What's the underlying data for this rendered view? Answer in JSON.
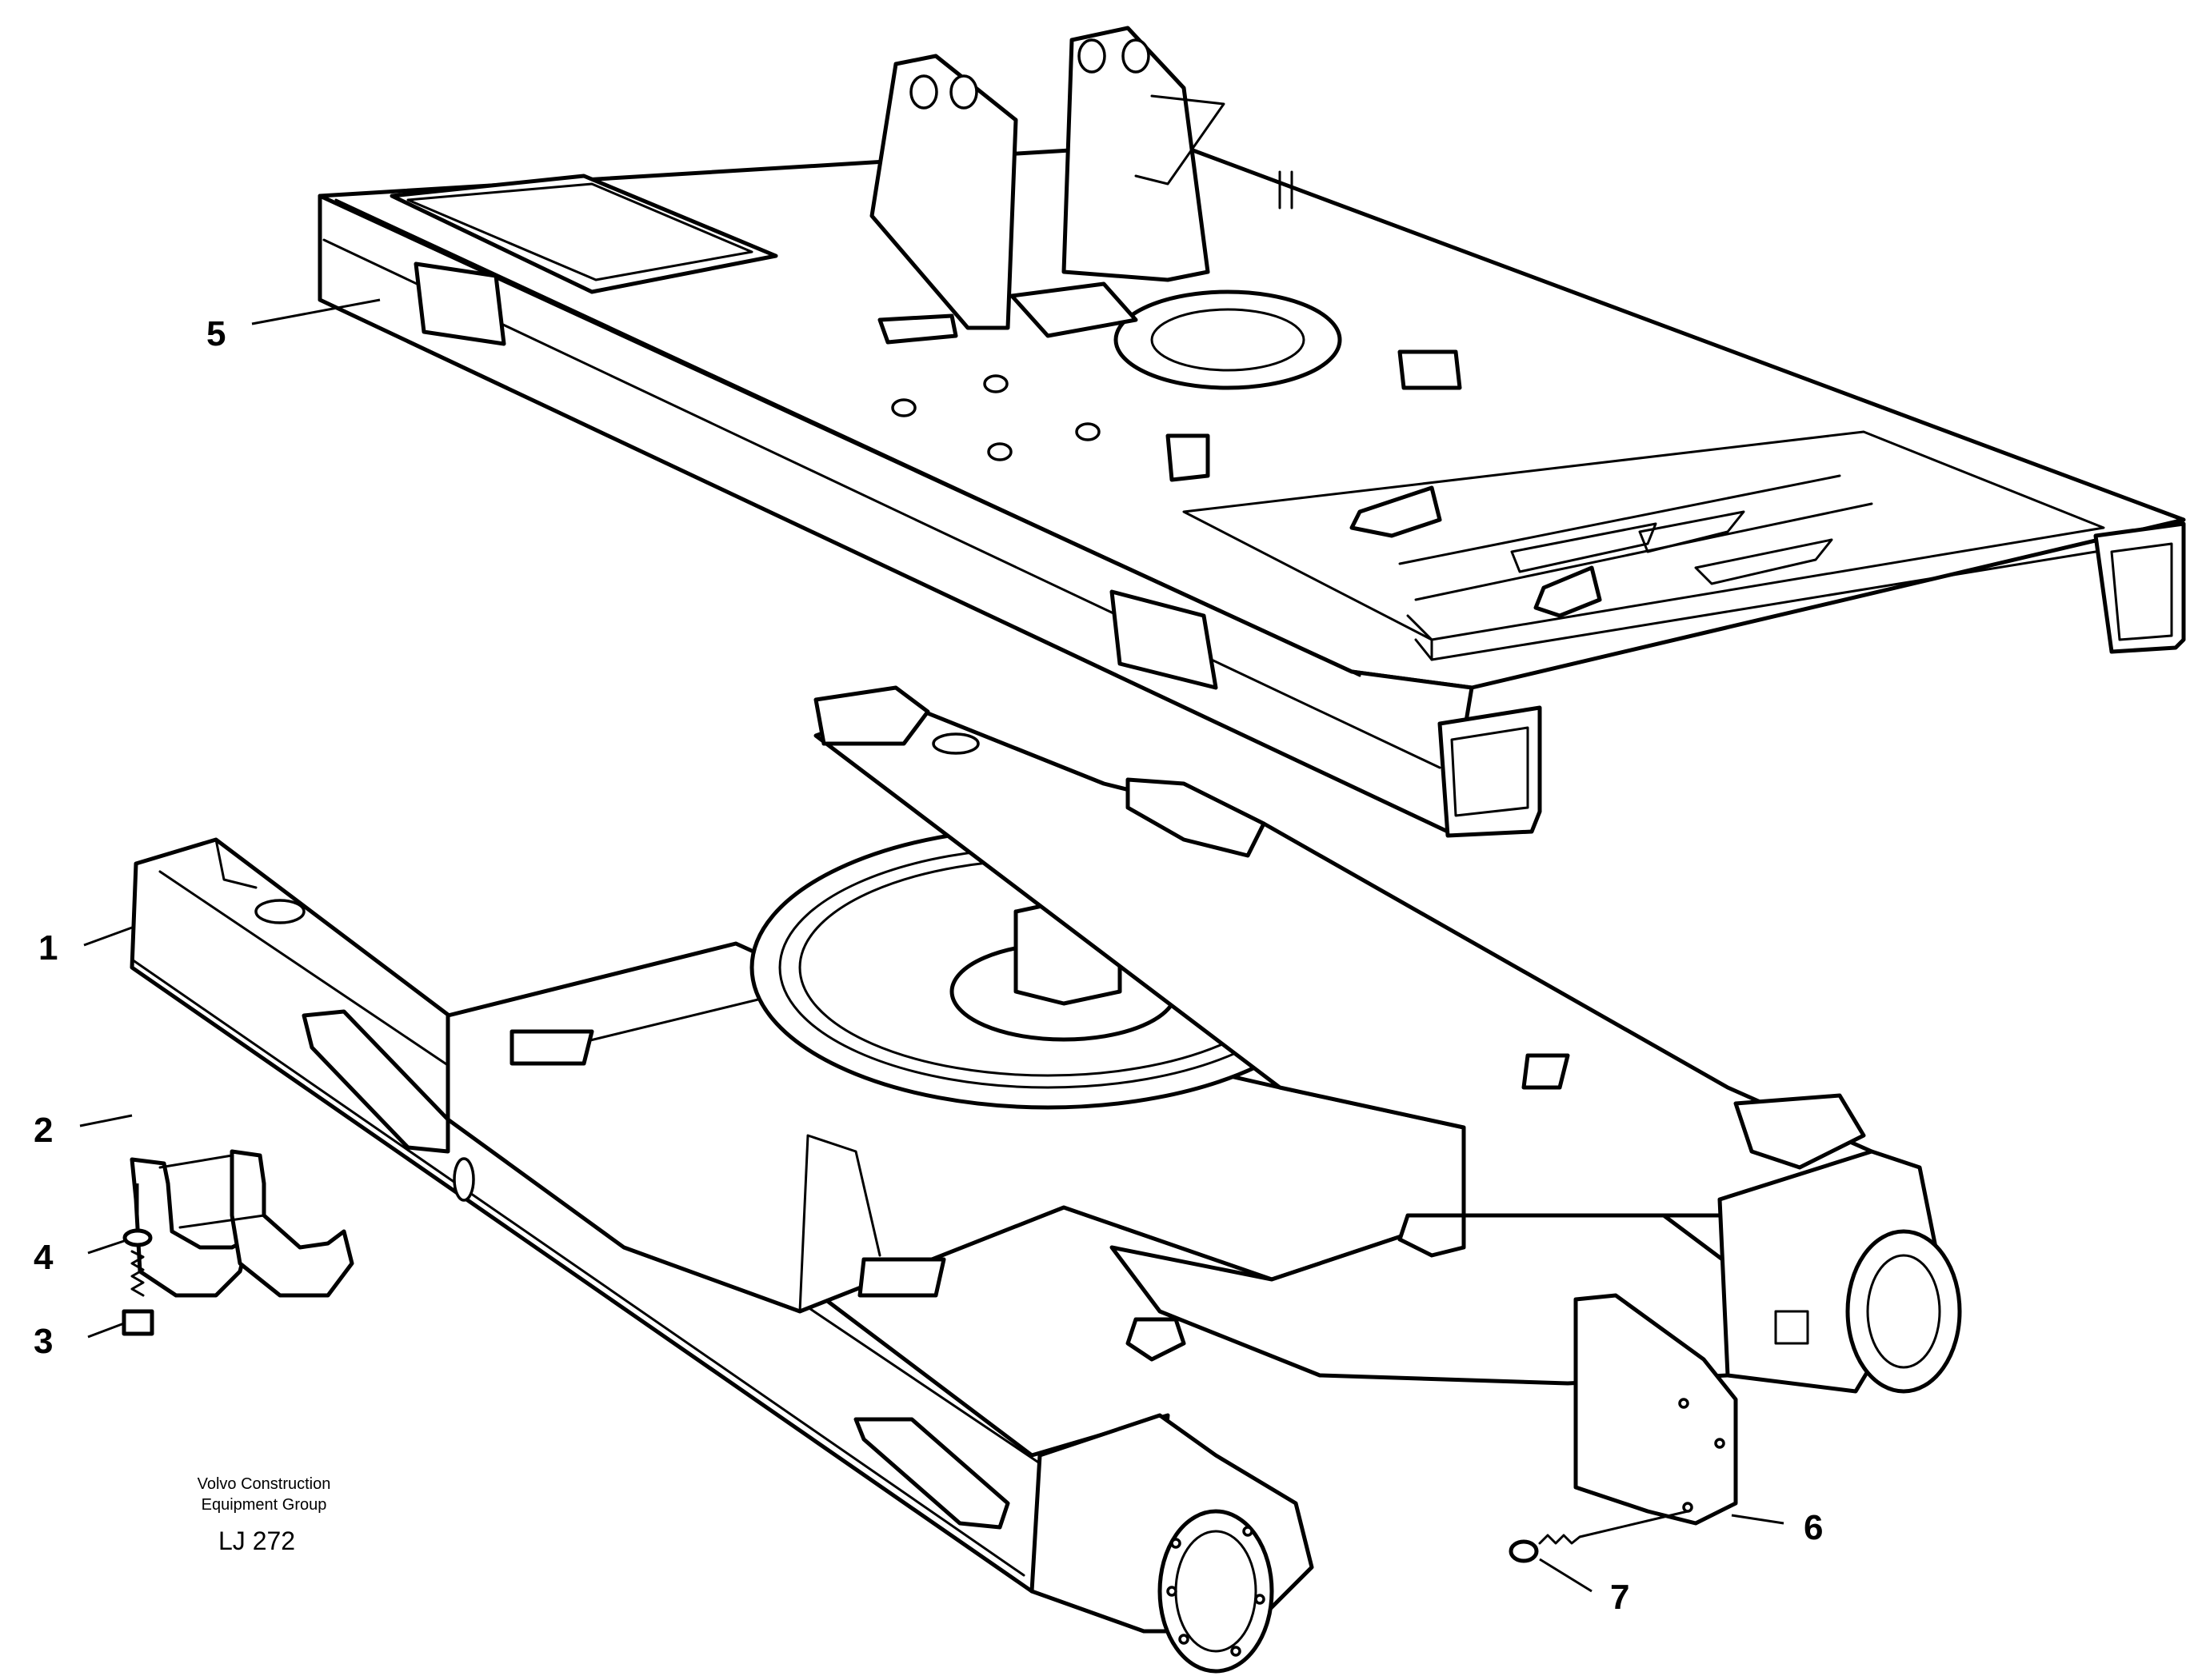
{
  "callouts": {
    "c1": "1",
    "c2": "2",
    "c3": "3",
    "c4": "4",
    "c5": "5",
    "c6": "6",
    "c7": "7"
  },
  "footer": {
    "company_line1": "Volvo Construction",
    "company_line2": "Equipment Group",
    "drawing_code": "LJ 272"
  }
}
